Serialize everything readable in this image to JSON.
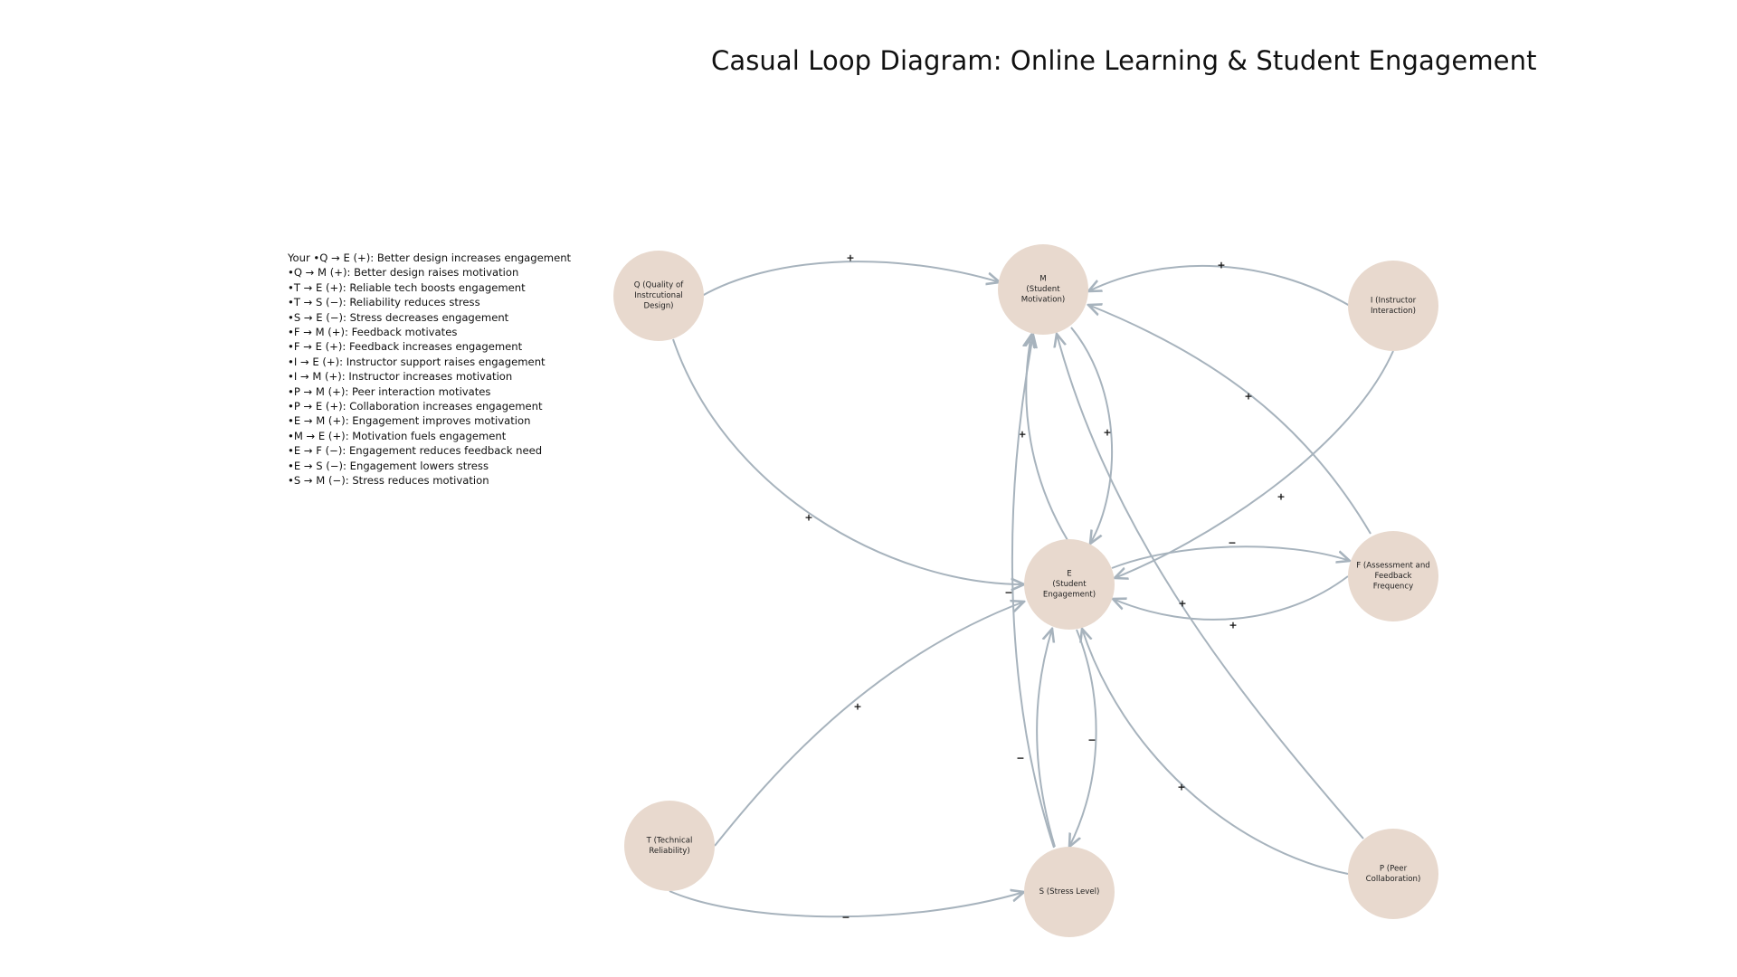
{
  "title": "Casual Loop Diagram: Online Learning & Student Engagement",
  "legend": [
    "Your •Q → E (+): Better design increases engagement",
    "•Q → M (+): Better design raises motivation",
    "•T → E (+): Reliable tech boosts engagement",
    "•T → S (−): Reliability reduces stress",
    "•S → E (−): Stress decreases engagement",
    "•F → M (+): Feedback motivates",
    "•F → E (+): Feedback increases engagement",
    "•I → E (+): Instructor support raises engagement",
    "•I → M (+): Instructor increases motivation",
    "•P → M (+): Peer interaction motivates",
    "•P → E (+): Collaboration increases engagement",
    "•E → M (+): Engagement improves motivation",
    "•M → E (+): Motivation fuels engagement",
    "•E → F (−): Engagement reduces feedback need",
    "•E → S (−): Engagement lowers stress",
    "•S → M (−): Stress reduces motivation"
  ],
  "nodes": [
    {
      "id": "Q",
      "lines": [
        "Q (Quality of",
        "Instrcutional",
        "Design)"
      ]
    },
    {
      "id": "M",
      "lines": [
        "M",
        "(Student",
        "Motivation)"
      ]
    },
    {
      "id": "I",
      "lines": [
        "I (Instructor",
        "Interaction)"
      ]
    },
    {
      "id": "E",
      "lines": [
        "E",
        "(Student",
        "Engagement)"
      ]
    },
    {
      "id": "F",
      "lines": [
        "F (Assessment and",
        "Feedback",
        "Frequency"
      ]
    },
    {
      "id": "T",
      "lines": [
        "T (Technical",
        "Reliability)"
      ]
    },
    {
      "id": "S",
      "lines": [
        "S (Stress Level)"
      ]
    },
    {
      "id": "P",
      "lines": [
        "P (Peer",
        "Collaboration)"
      ]
    }
  ],
  "edges": [
    {
      "from": "Q",
      "to": "M",
      "sign": "+"
    },
    {
      "from": "I",
      "to": "M",
      "sign": "+"
    },
    {
      "from": "Q",
      "to": "E",
      "sign": "+"
    },
    {
      "from": "F",
      "to": "M",
      "sign": "+"
    },
    {
      "from": "I",
      "to": "E",
      "sign": "+"
    },
    {
      "from": "M",
      "to": "E",
      "sign": "+"
    },
    {
      "from": "E",
      "to": "M",
      "sign": "+"
    },
    {
      "from": "E",
      "to": "F",
      "sign": "−"
    },
    {
      "from": "F",
      "to": "E",
      "sign": "+"
    },
    {
      "from": "P",
      "to": "M",
      "sign": "+"
    },
    {
      "from": "S",
      "to": "M",
      "sign": "−"
    },
    {
      "from": "T",
      "to": "E",
      "sign": "+"
    },
    {
      "from": "E",
      "to": "S",
      "sign": "−"
    },
    {
      "from": "S",
      "to": "E",
      "sign": "−"
    },
    {
      "from": "P",
      "to": "E",
      "sign": "+"
    },
    {
      "from": "T",
      "to": "S",
      "sign": "−"
    }
  ],
  "colors": {
    "node_fill": "#e8d9ce",
    "edge": "#a7b3bd",
    "text": "#111111"
  }
}
